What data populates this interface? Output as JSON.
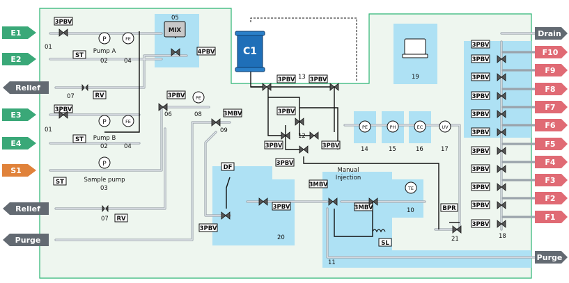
{
  "colors": {
    "frame": "#2bb573",
    "panel_bg": "#eef6ef",
    "module_bg": "#aee1f4",
    "eluent_tag": "#3aa878",
    "sample_tag": "#e0823a",
    "fraction_tag": "#e06a74",
    "waste_tag": "#636a72",
    "column": "#1f6fb8"
  },
  "inlets": {
    "e1": "E1",
    "e2": "E2",
    "e3": "E3",
    "e4": "E4",
    "s1": "S1"
  },
  "outlets": {
    "relief_top": "Relief",
    "relief_bottom": "Relief",
    "purge_left": "Purge",
    "drain": "Drain",
    "purge_right": "Purge"
  },
  "fractions": [
    "F10",
    "F9",
    "F8",
    "F7",
    "F6",
    "F5",
    "F4",
    "F3",
    "F2",
    "F1"
  ],
  "labels": {
    "pbv3": "3PBV",
    "pbv4": "4PBV",
    "mbv3": "3MBV",
    "st": "ST",
    "rv": "RV",
    "fe": "FE",
    "pe": "PE",
    "ph": "PH",
    "ec": "EC",
    "uv": "UV",
    "te": "TE",
    "df": "DF",
    "sl": "SL",
    "bpr": "BPR",
    "mix": "MIX",
    "column": "C1",
    "pump_symbol": "P",
    "pump_a": "Pump A",
    "pump_b": "Pump B",
    "sample_pump": "Sample pump",
    "manual_injection_1": "Manual",
    "manual_injection_2": "Injection"
  },
  "numbers": {
    "n01a": "01",
    "n01b": "01",
    "n02a": "02",
    "n02b": "02",
    "n03": "03",
    "n04a": "04",
    "n04b": "04",
    "n05": "05",
    "n06": "06",
    "n07a": "07",
    "n07b": "07",
    "n08": "08",
    "n09": "09",
    "n10": "10",
    "n11": "11",
    "n12": "12",
    "n13": "13",
    "n14": "14",
    "n15": "15",
    "n16": "16",
    "n17": "17",
    "n18": "18",
    "n19": "19",
    "n20": "20",
    "n21": "21"
  }
}
